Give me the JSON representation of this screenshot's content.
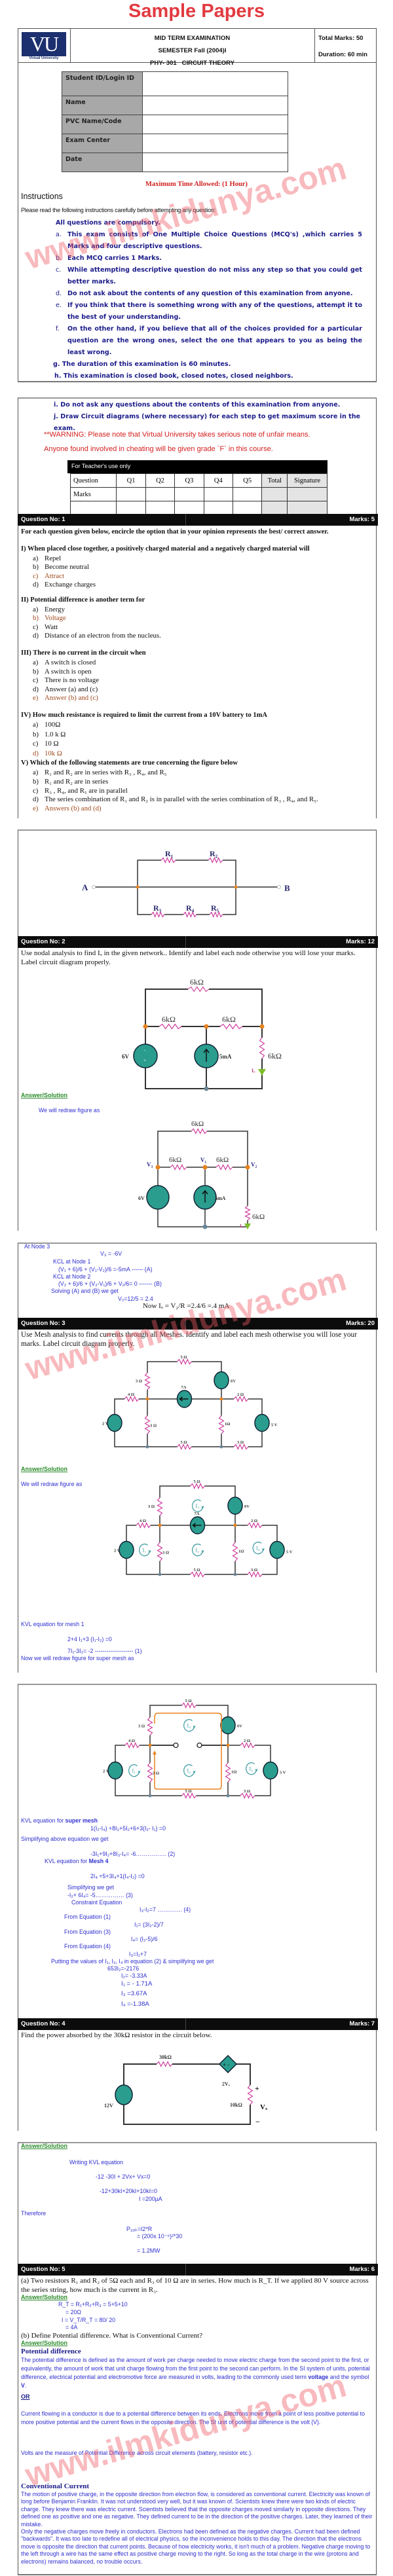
{
  "banner": "Sample Papers",
  "watermark": "www.ilmkidunya.com",
  "header": {
    "logo_text": "VU",
    "logo_sub": "Virtual University",
    "exam": "MID TERM EXAMINATION",
    "semester": "SEMESTER Fall (2004)I",
    "course": "PHY- 301   CIRCUIT THEORY",
    "total_marks": "Total Marks: 50",
    "duration": "Duration: 60 min"
  },
  "student_form": [
    {
      "label": "Student ID/Login ID",
      "value": ""
    },
    {
      "label": "Name",
      "value": ""
    },
    {
      "label": "PVC Name/Code",
      "value": ""
    },
    {
      "label": "Exam Center",
      "value": ""
    },
    {
      "label": "Date",
      "value": ""
    }
  ],
  "max_time": "Maximum Time Allowed: (1 Hour)",
  "instructions": {
    "heading": "Instructions",
    "intro": "Please read the following instructions carefully before attempting any question:",
    "first": "All questions are compulsory.",
    "items": [
      {
        "l": "a.",
        "t": "This exam consists of One Multiple Choice Questions (MCQ's) ,which carries 5 Marks and four descriptive questions."
      },
      {
        "l": "b.",
        "t": "Each MCQ carries 1 Marks."
      },
      {
        "l": "c.",
        "t": "While attempting descriptive question do not miss any step so that you could get better marks."
      },
      {
        "l": "d.",
        "t": "Do not ask about the contents of any question of this examination from anyone."
      },
      {
        "l": "e.",
        "t": "If you think that there is something wrong with any of the questions, attempt it to the best of your understanding."
      },
      {
        "l": "f.",
        "t": "On the other hand, if you believe that all of the choices provided for a particular question are the wrong ones, select the one that appears to you as being the least wrong."
      }
    ],
    "g": "g. The duration of this examination is 60 minutes.",
    "h": "h. This examination is closed book, closed notes, closed neighbors.",
    "i": "i. Do not ask any questions about the contents of this examination from anyone.",
    "j": "j. Draw Circuit diagrams (where necessary) for each step to get maximum score in the exam.",
    "warning1": "**WARNING: Please note that Virtual University takes serious note of unfair means.",
    "warning2": "Anyone found involved in cheating will be given grade `F` in this course."
  },
  "teacher_table": {
    "title": "For Teacher's use only",
    "headers": [
      "Question",
      "Q1",
      "Q2",
      "Q3",
      "Q4",
      "Q5",
      "Total",
      "Signature"
    ],
    "row_label": "Marks"
  },
  "q1": {
    "title": "Question No: 1",
    "marks": "Marks: 5",
    "instruction": "For each question given below, encircle the option that in your opinion represents the best/ correct answer.",
    "mcqs": [
      {
        "stem": "I) When placed close together, a positively charged material and a negatively charged material will",
        "options": [
          {
            "l": "a)",
            "t": "Repel",
            "c": false
          },
          {
            "l": "b)",
            "t": "Become neutral",
            "c": false
          },
          {
            "l": "c)",
            "t": "Attract",
            "c": true
          },
          {
            "l": "d)",
            "t": "Exchange charges",
            "c": false
          }
        ]
      },
      {
        "stem": "II) Potential difference is another term for",
        "options": [
          {
            "l": "a)",
            "t": "Energy",
            "c": false
          },
          {
            "l": "b)",
            "t": "Voltage",
            "c": true
          },
          {
            "l": "c)",
            "t": "Watt",
            "c": false
          },
          {
            "l": "d)",
            "t": "Distance of an electron from the nucleus.",
            "c": false
          }
        ]
      },
      {
        "stem": "III) There is no current in the circuit when",
        "options": [
          {
            "l": "a)",
            "t": "A switch is closed",
            "c": false
          },
          {
            "l": "b)",
            "t": "A switch is open",
            "c": false
          },
          {
            "l": "c)",
            "t": "There is no voltage",
            "c": false
          },
          {
            "l": "d)",
            "t": "Answer (a) and (c)",
            "c": false
          },
          {
            "l": "e)",
            "t": "Answer (b) and (c)",
            "c": true
          }
        ]
      },
      {
        "stem": "IV) How much resistance is required to limit the current from a 10V battery to 1mA",
        "options": [
          {
            "l": "a)",
            "t": "100Ω",
            "c": false
          },
          {
            "l": "b)",
            "t": "1.0 k Ω",
            "c": false
          },
          {
            "l": "c)",
            "t": "10 Ω",
            "c": false
          },
          {
            "l": "d)",
            "t": "10k Ω",
            "c": true
          }
        ]
      },
      {
        "stem": "V)  Which of the following statements are true concerning the figure below",
        "options": [
          {
            "l": "a)",
            "t": "R₁ and R₂ are in series with R₃ , R₄, and R₅",
            "c": false
          },
          {
            "l": "b)",
            "t": "R₁ and R₂ are in series",
            "c": false
          },
          {
            "l": "c)",
            "t": "R₃ , R₄, and R₅ are in parallel",
            "c": false
          },
          {
            "l": "d)",
            "t": "The series combination of R₁ and R₂ is in parallel with the series combination of R₃ , R₄, and R₅.",
            "c": false
          },
          {
            "l": "e)",
            "t": "Answers (b) and (d)",
            "c": true
          }
        ]
      }
    ],
    "figure": {
      "r1": "R₁",
      "r2": "R₂",
      "r3": "R₃",
      "r4": "R₄",
      "r5": "R₅",
      "a": "A",
      "b": "B"
    }
  },
  "q2": {
    "title": "Question No: 2",
    "marks": "Marks: 12",
    "text": "Use nodal analysis to find Iₒ in the given network.. Identify and label each node otherwise you will lose your marks. Label circuit diagram properly.",
    "circuit": {
      "r": "6kΩ",
      "v": "6V",
      "i": "5mA",
      "io": "Iₒ",
      "v1": "V₁",
      "v2": "V₂",
      "v3": "V₃"
    },
    "answer_label": "Answer/Solution",
    "redraw": "We will redraw figure as",
    "solution": [
      "At Node 3",
      "V₃ = -6V",
      "KCL at Node 1",
      "(V₁ + 6)/6 + (V₁-V₂)/6 =-5mA ------ (A)",
      "KCL at Node 2",
      "(V₂ + 6)/6 + (V₂-V₁)/6  + V₂/6= 0 ------- (B)",
      "Solving (A) and (B) we get",
      "V₂=12/5 = 2.4",
      "Now Iₒ = V₂/R =2.4/6 =.4 mA"
    ]
  },
  "q3": {
    "title": "Question No: 3",
    "marks": "Marks: 20",
    "text": "Use Mesh analysis to find currents through all Meshes. Identify and label each mesh otherwise you will lose your marks. Label circuit diagram properly.",
    "circuit": {
      "r5": "5 Ω",
      "r3": "3 Ω",
      "r4": "4 Ω",
      "r2": "2 Ω",
      "r1": "1Ω",
      "v6": "6V",
      "v2": "2 V",
      "v5": "5 V",
      "i7": "7A",
      "m1": "I₁",
      "m2": "I₂",
      "m3": "I₃",
      "m4": "I₄"
    },
    "answer_label": "Answer/Solution",
    "redraw": "We will redraw figure as",
    "mesh1_title": "KVL equation for mesh 1",
    "mesh1_eq": "2+4 I₁+3 (I₁-I₂) =0",
    "mesh1_eq2": "7I₁-3I₂= -2 -------------------- (1)",
    "supermesh_intro": "Now we will redraw figure for super mesh as",
    "supermesh_title_a": "KVL equation for ",
    "supermesh_title_b": "super mesh",
    "supermesh_eq": "1(I₂-I₄) +8I₃+5I₂+6+3(I₂- I₁) =0",
    "simplify": "Simplifying above equation we get",
    "eq2": "-3I₁+9I₂+8I₃-I₄= -6……………. (2)",
    "mesh4_title_a": "KVL equation for ",
    "mesh4_title_b": "Mesh 4",
    "mesh4_eq": "2I₄ +5+3I₄+1(I₄-I₂) =0",
    "simplify2": "Simplifying we get",
    "eq3": "-I₂+ 6I₄= -5…………… (3)",
    "constraint": "Constraint Equation",
    "eq4": "I₃-I₂=7 …………. (4)",
    "from1": "From Equation (1)",
    "i1expr": "I₁= (3I₂-2)/7",
    "from3": "From Equation (3)",
    "i4expr": "I₄= (I₂-5)/6",
    "from4": "From Equation (4)",
    "i3expr": "I₃=I₂+7",
    "putting": "Putting the values of I₁, I₃, I₄ in equation (2) & simplifying we get",
    "r0": "653I₂=-2176",
    "r1": "I₂= -3.33A",
    "r2": "I₁ = - 1.71A",
    "r3": "I₃ =3.67A",
    "r4": "I₄ =-1.38A"
  },
  "q4": {
    "title": "Question No: 4",
    "marks": "Marks: 7",
    "text": "Find the power absorbed by the 30kΩ resistor in the circuit below.",
    "circuit": {
      "r30": "30kΩ",
      "r10": "10kΩ",
      "dep": "2Vₓ",
      "src": "12V",
      "vx": "Vₓ",
      "plus": "+",
      "minus": "−",
      "dep_signs": "+ -"
    },
    "answer_label": "Answer/Solution",
    "solution": [
      "Writing KVL equation",
      "-12 -30I + 2Vx+ Vx=0",
      "-12+30kI+20kI+10kI=0",
      "I =200µA",
      "Therefore",
      "P₃₀ₖ=I2*R",
      "= (200x 10⁻⁶)²*30",
      "= 1.2MW"
    ]
  },
  "q5": {
    "title": "Question No: 5",
    "marks": "Marks: 6",
    "part_a": "(a) Two resistors R₁ and R₂ of 5Ω each and R₃ of 10 Ω are in series. How much is R_T. If we applied 80 V source across the series string, how much is the current in R₃.",
    "answer_label": "Answer/Solution",
    "sol_a": [
      "R_T = R₁+R₂+R₃ = 5+5+10",
      "= 20Ω",
      "I = V_T/R_T = 80/ 20",
      "= 4A"
    ],
    "part_b": "(b) Define Potential difference. What is Conventional Current?",
    "pd_title": "Potential difference",
    "pd_text_a": "The potential difference is defined as the amount of work per charge needed to move electric charge from the second point to the first, or equivalently, the amount of work that unit charge flowing from the first point to the second can perform. In the SI system of units, potential difference, electrical potential and electromotive force are measured in volts, leading to the commonly used term ",
    "pd_bold1": "voltage",
    "pd_text_b": " and the symbol ",
    "pd_bold2": "V",
    "pd_text_c": ".",
    "or": "OR",
    "pd_text2": "Current flowing in a conductor is due to a potential difference between its ends. Electrons move from a point of less positive potential to more positive potential and the current flows in the opposite direction. The SI unit of potential difference is the volt (V).",
    "pd_text3": "Volts are the measure of Potential Difference across circuit elements (battery, resistor etc.).",
    "cc_title": "Conventional Current",
    "cc_text": "The motion of positive charge, in the opposite direction from electron flow, is considered as conventional current. Electricity was known of long before Benjamin Franklin. It was not understood very well, but it was known of. Scientists knew there were two kinds of electric charge. They knew there was electric current. Scientists believed that the opposite charges moved similarly in opposite directions. They defined one as positive and one as negative. They defined current to be in the direction of the positive charges. Later, they learned of their mistake.",
    "cc_text2": "Only the negative charges move freely in conductors. Electrons had been defined as the negative charges. Current had been defined \"backwards\". It was too late to redefine all of electrical physics, so the inconvenience holds to this day. The direction that the electrons move is opposite the direction that current points. Because of how electricity works, it isn't much of a problem. Negative charge moving to the left through a wire has the same effect as positive charge moving to the right. So long as the total charge in the wire (protons and electrons) remains balanced, no trouble occurs."
  },
  "colors": {
    "banner": "#e23a40",
    "instructions": "#1b1b8a",
    "solution": "#2f2fd0",
    "answer_correct": "#a0481c",
    "resistor": "#cc3399",
    "source": "#2a9d8f",
    "node": "#e8821e"
  }
}
